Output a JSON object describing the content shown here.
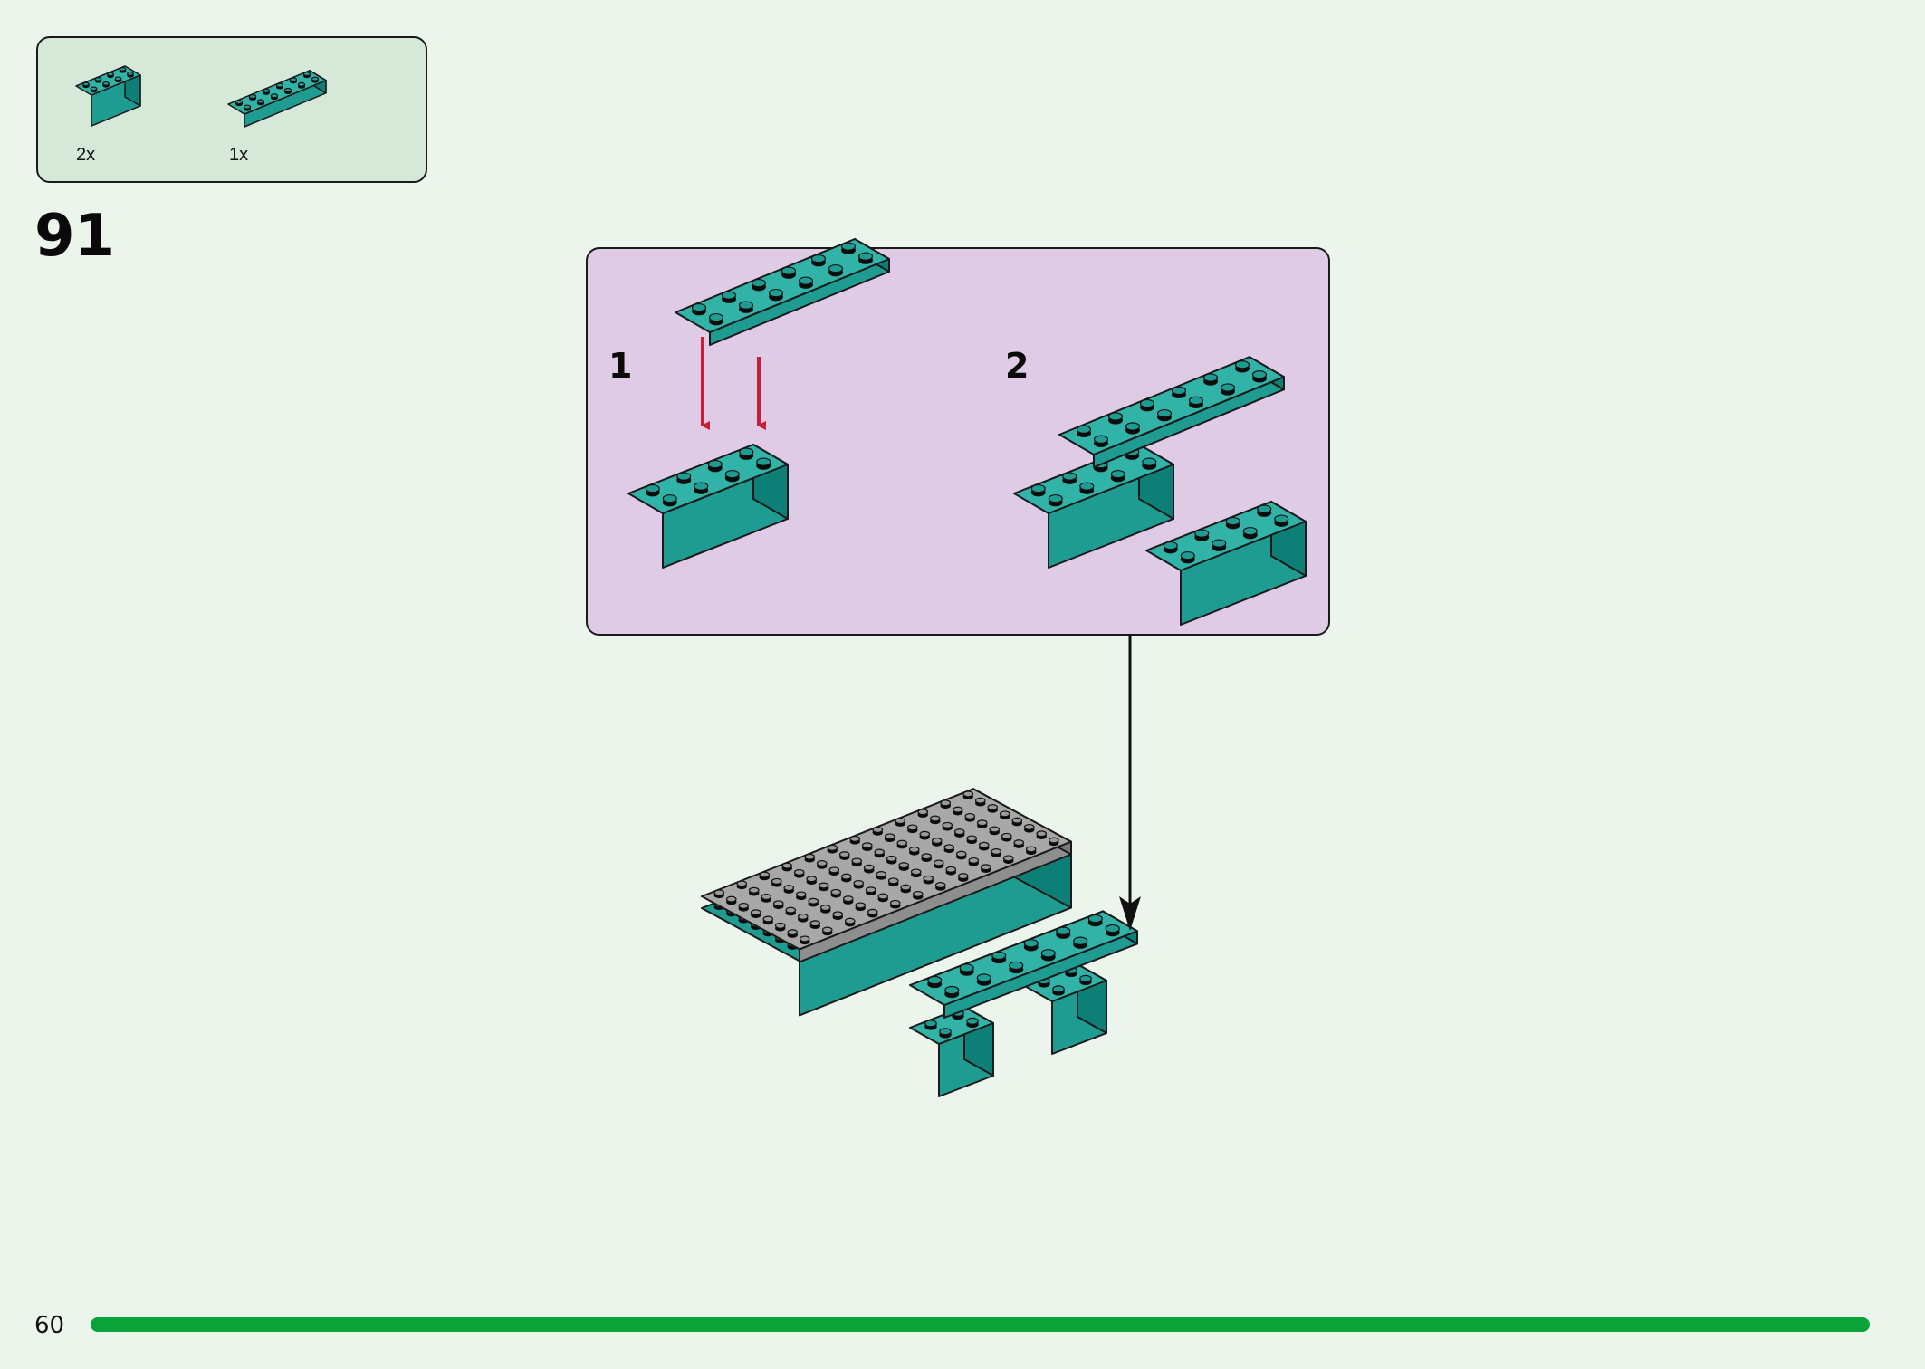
{
  "page": {
    "step_number": "91",
    "page_number": "60"
  },
  "parts_list": {
    "items": [
      {
        "quantity": "2x",
        "part": "brick-2x4-teal-icon"
      },
      {
        "quantity": "1x",
        "part": "plate-2x6-teal-icon"
      }
    ]
  },
  "sub_assembly": {
    "steps": [
      {
        "label": "1"
      },
      {
        "label": "2"
      }
    ]
  },
  "progress": {
    "fraction": 0.97
  },
  "colors": {
    "background": "#ebf5ec",
    "parts_panel": "#d6e9d8",
    "callout": "#dfcbe6",
    "teal": "#1f9c92",
    "teal_top": "#31b3a8",
    "teal_dark": "#0e7f76",
    "gray": "#a3a3a3",
    "arrow_red": "#c8203a",
    "progress": "#0aa33a"
  }
}
